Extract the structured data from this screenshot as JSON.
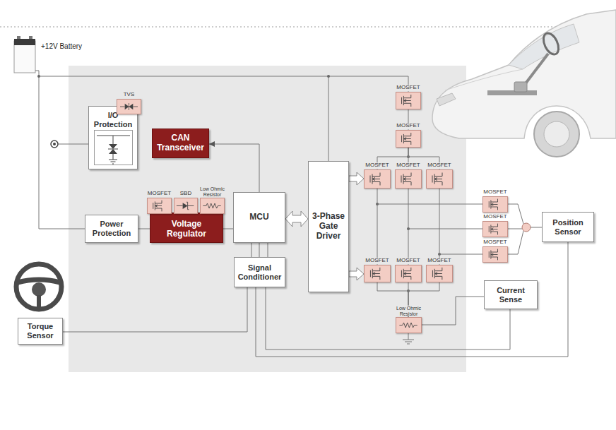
{
  "diagram": {
    "nodes": [
      {
        "text": [
          "TVS"
        ]
      },
      {
        "text": [
          "I/O Protection"
        ]
      },
      {
        "text": [
          "CAN Transceiver"
        ]
      },
      {
        "text": [
          "MOSFET"
        ]
      },
      {
        "text": [
          "MOSFET"
        ]
      },
      {
        "text": [
          "MOSFET"
        ]
      },
      {
        "text": [
          "MOSFET"
        ]
      },
      {
        "text": [
          "MOSFET"
        ]
      },
      {
        "text": [
          "MOSFET"
        ]
      },
      {
        "text": [
          "SBD"
        ]
      },
      {
        "text": [
          "Low Ohmic Resistor"
        ]
      },
      {
        "text": [
          "Voltage Regulator"
        ]
      },
      {
        "text": [
          "Power Protection"
        ]
      },
      {
        "text": [
          "MCU"
        ]
      },
      {
        "text": [
          "3-Phase Gate Driver"
        ]
      },
      {
        "text": [
          "MOSFET"
        ]
      },
      {
        "text": [
          "MOSFET"
        ]
      },
      {
        "text": [
          "MOSFET"
        ]
      },
      {
        "text": [
          "Position Sensor"
        ]
      },
      {
        "text": [
          "Signal Conditioner"
        ]
      },
      {
        "text": [
          "MOSFET"
        ]
      },
      {
        "text": [
          "MOSFET"
        ]
      },
      {
        "text": [
          "MOSFET"
        ]
      },
      {
        "text": [
          "Current Sense"
        ]
      },
      {
        "text": [
          "Low Ohmic Resistor"
        ]
      },
      {
        "text": [
          "Torque Sensor"
        ]
      }
    ],
    "edges": [
      {
        "from": 13,
        "to": 2,
        "arrow": "to"
      },
      {
        "from": 13,
        "to": 14,
        "arrow": "both"
      },
      {
        "from": 14,
        "to": 5,
        "arrow": "to"
      },
      {
        "from": 14,
        "to": 20,
        "arrow": "to"
      },
      {
        "from": 12,
        "to": 11,
        "arrow": "none"
      },
      {
        "from": 11,
        "to": 13,
        "arrow": "none"
      },
      {
        "from": 25,
        "to": 19,
        "arrow": "none"
      },
      {
        "from": 19,
        "to": 13,
        "arrow": "none"
      },
      {
        "from": 23,
        "to": 19,
        "arrow": "none"
      },
      {
        "from": 18,
        "to": 19,
        "arrow": "none"
      },
      {
        "from": 24,
        "to": 23,
        "arrow": "none"
      },
      {
        "from": 3,
        "to": 4,
        "arrow": "none"
      },
      {
        "from": 4,
        "to": 5,
        "arrow": "none"
      },
      {
        "from": 4,
        "to": 6,
        "arrow": "none"
      },
      {
        "from": 4,
        "to": 7,
        "arrow": "none"
      },
      {
        "from": 5,
        "to": 20,
        "arrow": "none"
      },
      {
        "from": 6,
        "to": 21,
        "arrow": "none"
      },
      {
        "from": 7,
        "to": 22,
        "arrow": "none"
      },
      {
        "from": 20,
        "to": 24,
        "arrow": "none"
      },
      {
        "from": 21,
        "to": 24,
        "arrow": "none"
      },
      {
        "from": 22,
        "to": 24,
        "arrow": "none"
      }
    ],
    "labels": [
      "+12V Battery"
    ]
  }
}
